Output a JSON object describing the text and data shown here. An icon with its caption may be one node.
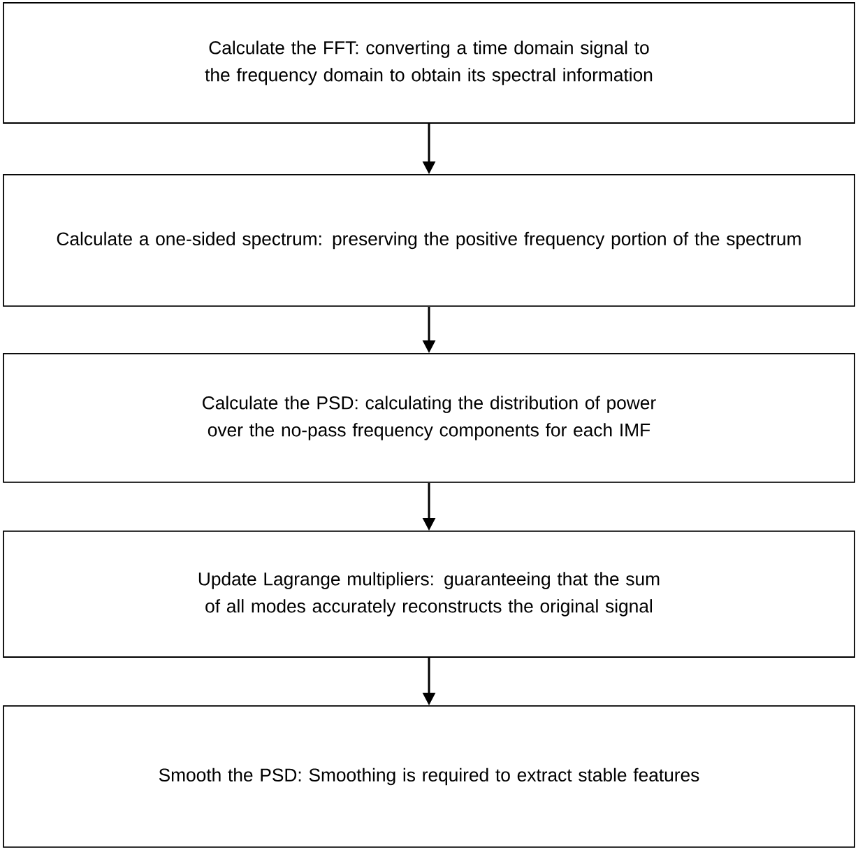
{
  "diagram": {
    "nodes": [
      {
        "text": [
          "Calculate the FFT: converting a time domain signal to the frequency domain to obtain its spectral information"
        ]
      },
      {
        "text": [
          "Calculate a one-sided spectrum: preserving the positive frequency portion of the spectrum"
        ]
      },
      {
        "text": [
          "Calculate the PSD: calculating the distribution of power over the no-pass frequency components for each IMF"
        ]
      },
      {
        "text": [
          "Update Lagrange multipliers: guaranteeing that the sum of all modes accurately reconstructs the original signal"
        ]
      },
      {
        "text": [
          "Smooth the PSD: Smoothing is required to extract stable features"
        ]
      }
    ],
    "edges": [
      {
        "from": 0,
        "to": 1,
        "arrow": "to"
      },
      {
        "from": 1,
        "to": 2,
        "arrow": "to"
      },
      {
        "from": 2,
        "to": 3,
        "arrow": "to"
      },
      {
        "from": 3,
        "to": 4,
        "arrow": "to"
      }
    ]
  }
}
